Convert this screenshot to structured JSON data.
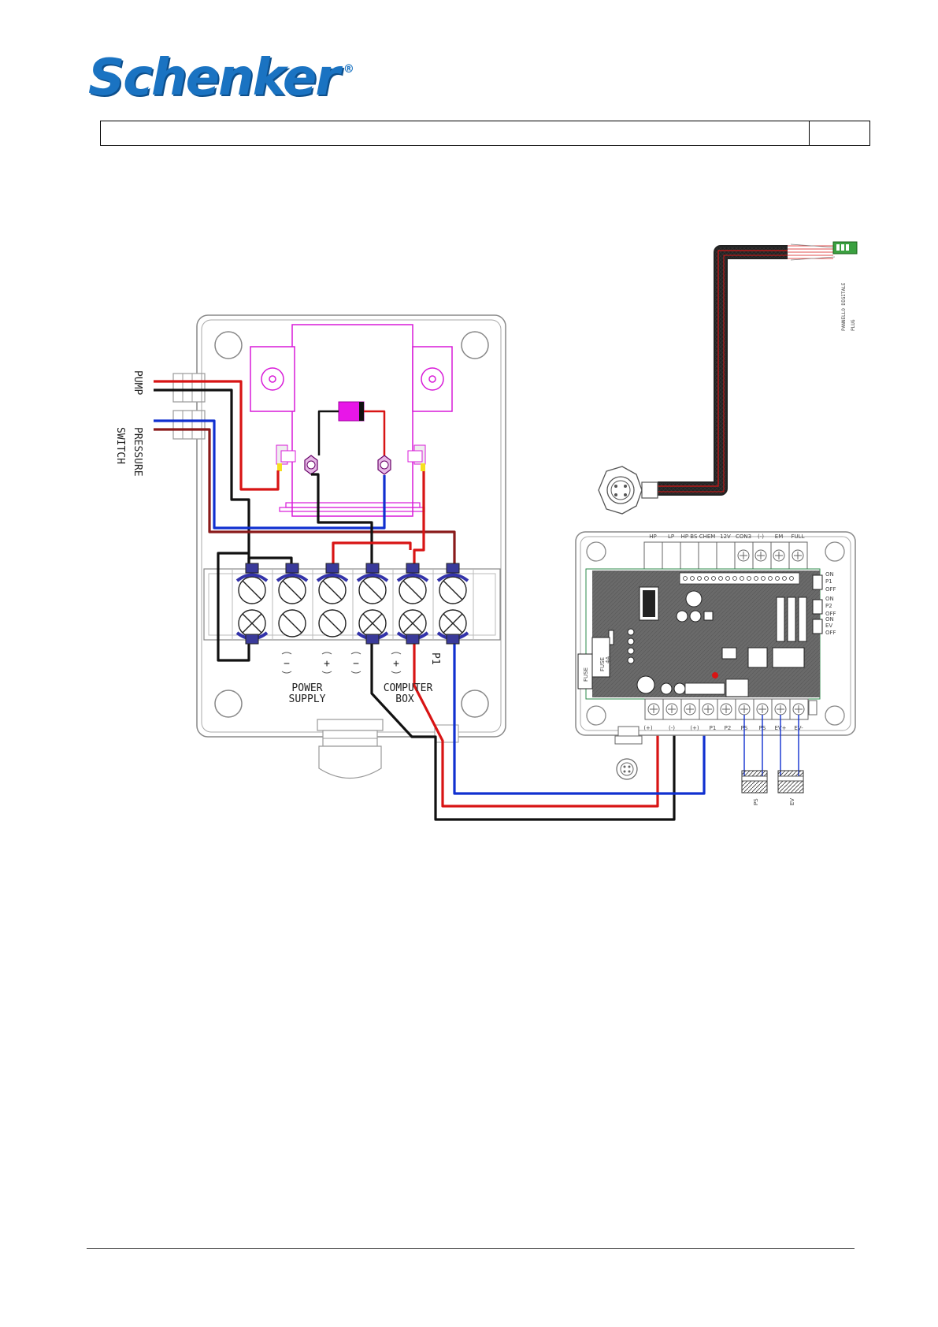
{
  "header": {
    "logo_text": "Schenker",
    "logo_mark": "®",
    "brand_color": "#1a73c2"
  },
  "diagram": {
    "labels": {
      "pump": "PUMP",
      "pressure_switch_1": "PRESSURE",
      "pressure_switch_2": "SWITCH",
      "power_supply_1": "POWER",
      "power_supply_2": "SUPPLY",
      "computer_box_1": "COMPUTER",
      "computer_box_2": "BOX",
      "p1": "P1",
      "minus_1": "−",
      "plus_1": "+",
      "minus_2": "−",
      "plus_2": "+",
      "panel_1": "PANNELLO DIGITALE",
      "panel_2": "PLUG",
      "fuse": "FUSE",
      "fuse_rating": "4A",
      "fuse2": "FUSE",
      "ps": "PS",
      "ev": "EV"
    },
    "board_top_terminals": [
      "HP",
      "LP",
      "HP BS",
      "CHEM",
      "12V",
      "CON3",
      "(-)",
      "EM",
      "FULL"
    ],
    "board_bottom_terminals": [
      "(+)",
      "(-)",
      "(+)",
      "P1",
      "P2",
      "PS",
      "PS",
      "EV+",
      "EV-"
    ],
    "side_labels": [
      "ON",
      "P1",
      "OFF",
      "ON",
      "P2",
      "OFF",
      "ON",
      "EV",
      "OFF"
    ],
    "wire_colors": {
      "red": "#d81414",
      "black": "#111111",
      "blue": "#1030d0",
      "brown": "#8a1a1a",
      "magenta": "#d81ad8"
    }
  }
}
